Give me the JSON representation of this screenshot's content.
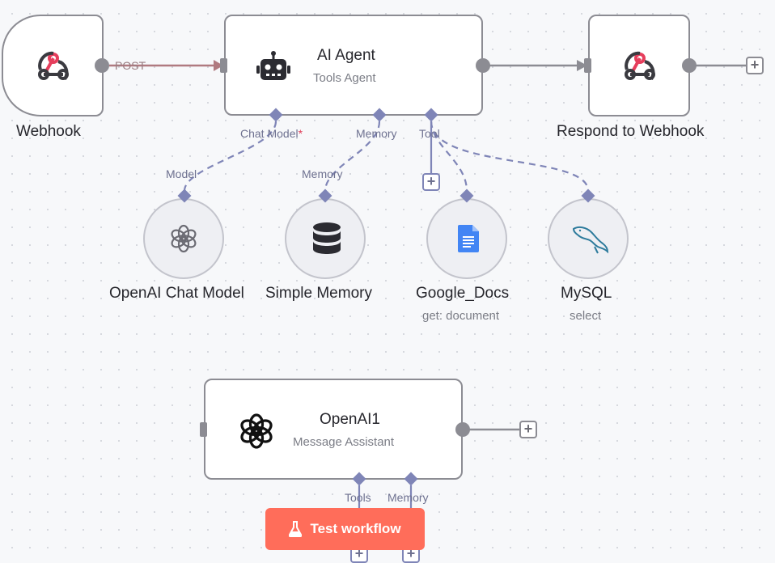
{
  "canvas": {
    "nodes": {
      "webhook": {
        "title": "Webhook"
      },
      "ai_agent": {
        "title": "AI Agent",
        "subtitle": "Tools Agent"
      },
      "respond": {
        "title": "Respond to Webhook"
      },
      "openai_chat_model": {
        "title": "OpenAI Chat Model"
      },
      "simple_memory": {
        "title": "Simple Memory"
      },
      "google_docs": {
        "title": "Google_Docs",
        "subtitle": "get: document"
      },
      "mysql": {
        "title": "MySQL",
        "subtitle": "select"
      },
      "openai1": {
        "title": "OpenAI1",
        "subtitle": "Message Assistant"
      }
    },
    "connections": {
      "webhook_to_agent_label": "POST"
    },
    "ports": {
      "agent_chat_model": "Chat Model",
      "agent_chat_model_required": "*",
      "agent_memory": "Memory",
      "agent_tool": "Tool",
      "model_out": "Model",
      "memory_out": "Memory",
      "openai1_tools": "Tools",
      "openai1_memory": "Memory"
    },
    "icons": {
      "webhook": "webhook-icon",
      "agent": "robot-icon",
      "openai": "openai-icon",
      "memory": "database-icon",
      "docs": "google-docs-icon",
      "mysql": "mysql-dolphin-icon",
      "flask": "flask-icon"
    },
    "colors": {
      "accent": "#ff6d5a",
      "webhook": "#e63e5c",
      "sub_port": "#7f85b7",
      "docs": "#4285f4",
      "mysql": "#2d7b9c"
    }
  },
  "toolbar": {
    "test_workflow_label": "Test workflow"
  }
}
